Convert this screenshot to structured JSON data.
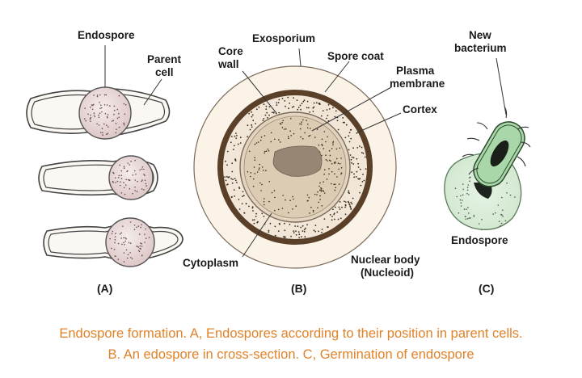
{
  "panel_a": {
    "letter": "(A)",
    "label_endospore": "Endospore",
    "label_parent_line1": "Parent",
    "label_parent_line2": "cell"
  },
  "panel_b": {
    "letter": "(B)",
    "label_exosporium": "Exosporium",
    "label_core_line1": "Core",
    "label_core_line2": "wall",
    "label_spore_coat": "Spore coat",
    "label_plasma_line1": "Plasma",
    "label_plasma_line2": "membrane",
    "label_cortex": "Cortex",
    "label_cytoplasm": "Cytoplasm",
    "label_nuclear_line1": "Nuclear body",
    "label_nuclear_line2": "(Nucleoid)"
  },
  "panel_c": {
    "letter": "(C)",
    "label_new_line1": "New",
    "label_new_line2": "bacterium",
    "label_endospore": "Endospore"
  },
  "caption": {
    "line1": "Endospore formation. A, Endospores according to their position in parent cells.",
    "line2": "B. An edospore in cross-section. C, Germination of endospore"
  }
}
